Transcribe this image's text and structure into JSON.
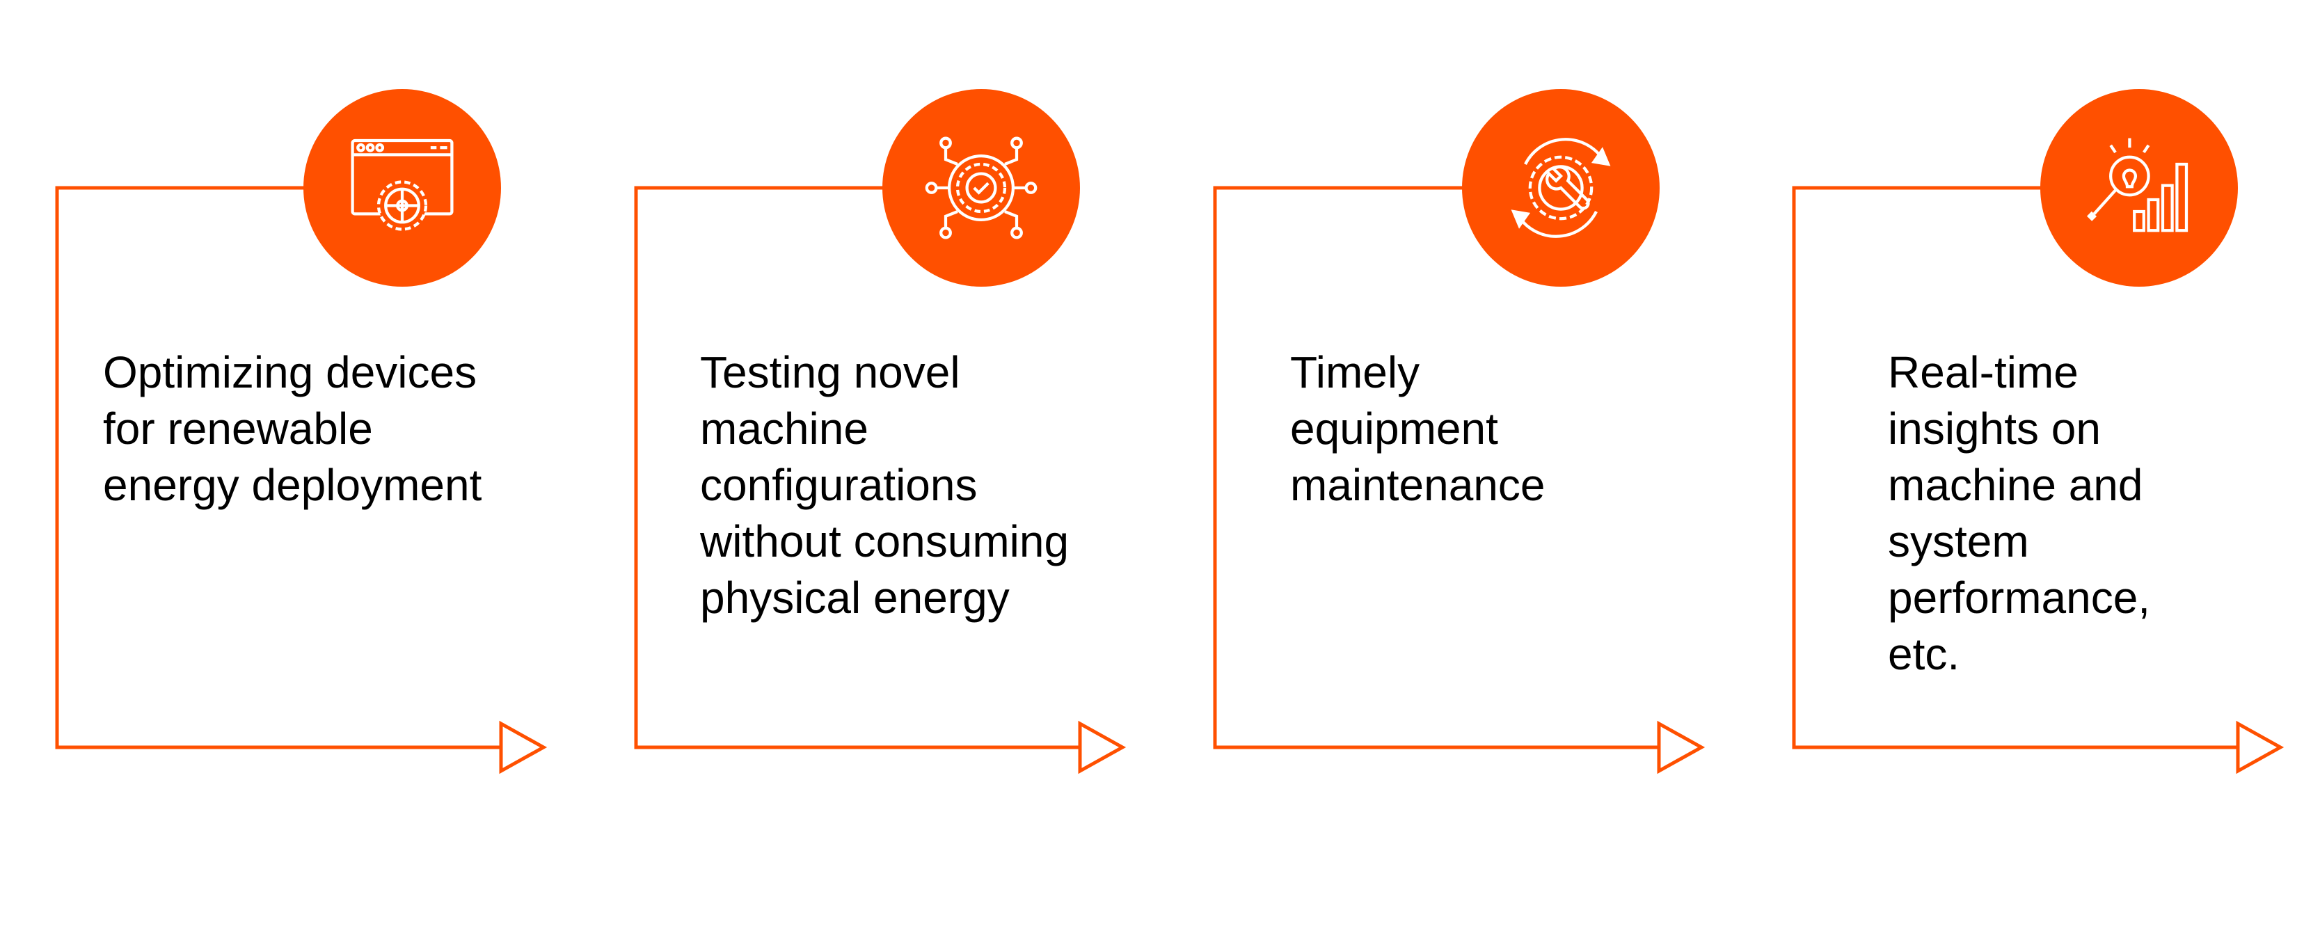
{
  "accent_color": "#FF5000",
  "steps": [
    {
      "label": "Optimizing devices for renewable energy deployment",
      "icon": "browser-gear-icon"
    },
    {
      "label": "Testing novel machine configurations without consuming physical energy",
      "icon": "gear-check-network-icon"
    },
    {
      "label": "Timely equipment maintenance",
      "icon": "wrench-gear-cycle-icon"
    },
    {
      "label": "Real-time insights on machine and system performance, etc.",
      "icon": "lightbulb-magnifier-chart-icon"
    }
  ]
}
